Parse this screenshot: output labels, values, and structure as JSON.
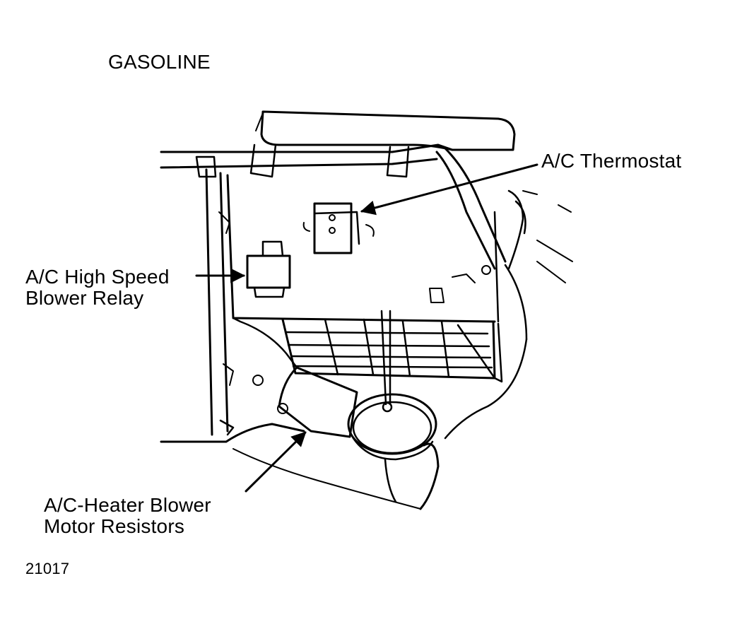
{
  "title": "GASOLINE",
  "labels": {
    "thermostat": "A/C Thermostat",
    "relay_line1": "A/C High Speed",
    "relay_line2": "Blower Relay",
    "resistors_line1": "A/C-Heater Blower",
    "resistors_line2": "Motor Resistors"
  },
  "figure_number": "21017"
}
